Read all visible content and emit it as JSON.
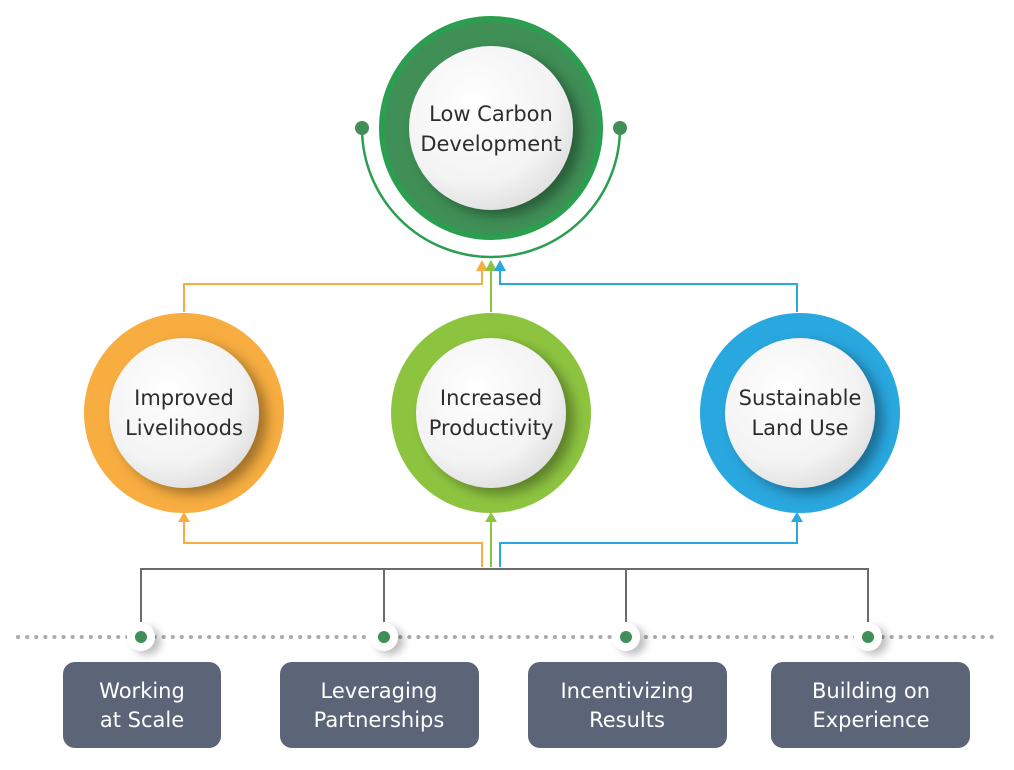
{
  "colors": {
    "top": "#3f8f56",
    "top_ring": "#2c9e4f",
    "orange": "#f7ad40",
    "green": "#8dc43f",
    "blue": "#29a7df",
    "gray_line": "#6b6b6b",
    "pill": "#5c6478",
    "dot": "#3f8f56",
    "dotted": "#aaaaaa"
  },
  "top_node": {
    "line1": "Low Carbon",
    "line2": "Development"
  },
  "outcomes": [
    {
      "line1": "Improved",
      "line2": "Livelihoods"
    },
    {
      "line1": "Increased",
      "line2": "Productivity"
    },
    {
      "line1": "Sustainable",
      "line2": "Land Use"
    }
  ],
  "principles": [
    {
      "line1": "Working",
      "line2": "at Scale"
    },
    {
      "line1": "Leveraging",
      "line2": "Partnerships"
    },
    {
      "line1": "Incentivizing",
      "line2": "Results"
    },
    {
      "line1": "Building on",
      "line2": "Experience"
    }
  ]
}
